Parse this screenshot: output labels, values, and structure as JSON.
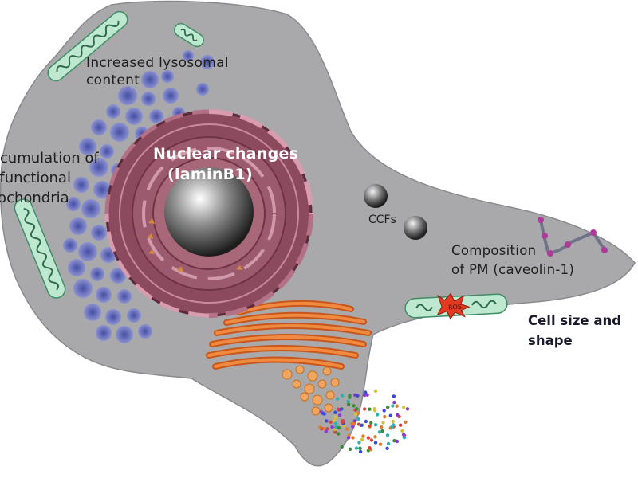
{
  "labels": {
    "lysosomal": [
      "Increased lysosomal",
      "content"
    ],
    "mitochondria": [
      "ccumulation of",
      "sfunctional",
      "tochondria"
    ],
    "nuclear": [
      "Nuclear changes",
      "(laminB1)"
    ],
    "ccfs": "CCFs",
    "pm": [
      "Composition",
      "of PM (caveolin-1)"
    ],
    "size": [
      "Cell size and",
      "shape"
    ],
    "ros": "ROS"
  },
  "colors": {
    "cytoplasm": "#a9a9ab",
    "mitochondria": "#bfe8d0",
    "lysosome": "#6169b8",
    "nuclear_envelope": "#8c4a5e",
    "golgi": "#e1782e",
    "vesicle": "#f0a560",
    "ros": "#e23b22"
  }
}
